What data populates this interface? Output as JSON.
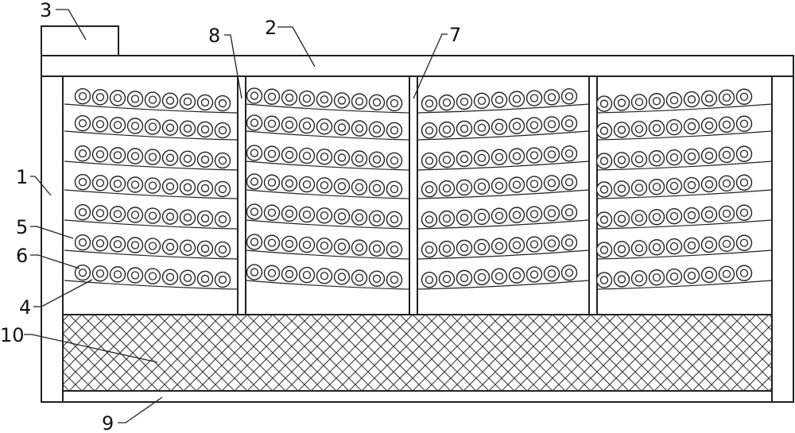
{
  "diagram": {
    "labels": [
      {
        "id": "callout-1",
        "text": "1"
      },
      {
        "id": "callout-2",
        "text": "2"
      },
      {
        "id": "callout-3",
        "text": "3"
      },
      {
        "id": "callout-4",
        "text": "4"
      },
      {
        "id": "callout-5",
        "text": "5"
      },
      {
        "id": "callout-6",
        "text": "6"
      },
      {
        "id": "callout-7",
        "text": "7"
      },
      {
        "id": "callout-8",
        "text": "8"
      },
      {
        "id": "callout-9",
        "text": "9"
      },
      {
        "id": "callout-10",
        "text": "10"
      }
    ],
    "rows_per_column": 7,
    "circles_per_row": 9,
    "columns": 4
  }
}
